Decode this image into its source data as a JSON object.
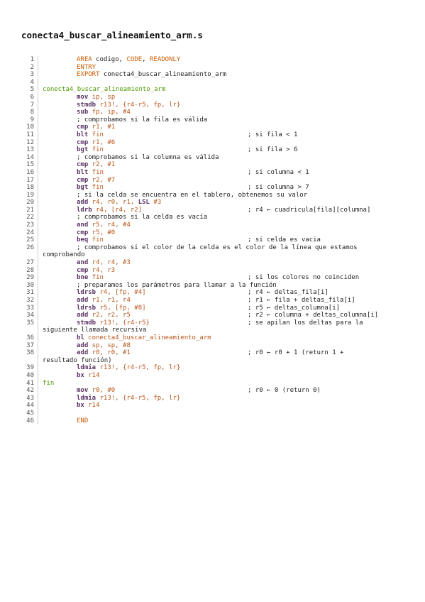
{
  "file_name": "conecta4_buscar_alineamiento_arm.s",
  "code_lines": [
    {
      "num": "1",
      "type": "instr",
      "parts": [
        {
          "c": "dir",
          "t": "AREA"
        },
        {
          "c": "plain",
          "t": " codigo, "
        },
        {
          "c": "dir",
          "t": "CODE"
        },
        {
          "c": "plain",
          "t": ", "
        },
        {
          "c": "dir",
          "t": "READONLY"
        }
      ]
    },
    {
      "num": "2",
      "type": "instr",
      "parts": [
        {
          "c": "dir",
          "t": "ENTRY"
        }
      ]
    },
    {
      "num": "3",
      "type": "instr",
      "parts": [
        {
          "c": "dir",
          "t": "EXPORT"
        },
        {
          "c": "plain",
          "t": " conecta4_buscar_alineamiento_arm"
        }
      ]
    },
    {
      "num": "4",
      "type": "blank"
    },
    {
      "num": "5",
      "type": "label",
      "text": "conecta4_buscar_alineamiento_arm"
    },
    {
      "num": "6",
      "type": "instr",
      "parts": [
        {
          "c": "mn",
          "t": "mov"
        },
        {
          "c": "op",
          "t": " ip, sp"
        }
      ]
    },
    {
      "num": "7",
      "type": "instr",
      "parts": [
        {
          "c": "mn",
          "t": "stmdb"
        },
        {
          "c": "op",
          "t": " r13!, {r4-r5, fp, lr}"
        }
      ]
    },
    {
      "num": "8",
      "type": "instr",
      "parts": [
        {
          "c": "mn",
          "t": "sub"
        },
        {
          "c": "op",
          "t": " fp, ip, #4"
        }
      ]
    },
    {
      "num": "9",
      "type": "instr",
      "parts": [
        {
          "c": "plain",
          "t": "; comprobamos si la fila es válida"
        }
      ]
    },
    {
      "num": "10",
      "type": "instr",
      "parts": [
        {
          "c": "mn",
          "t": "cmp"
        },
        {
          "c": "op",
          "t": " r1, #1"
        }
      ]
    },
    {
      "num": "11",
      "type": "instr",
      "parts": [
        {
          "c": "mn",
          "t": "blt"
        },
        {
          "c": "op",
          "t": " fin"
        }
      ],
      "comment": "; si fila < 1"
    },
    {
      "num": "12",
      "type": "instr",
      "parts": [
        {
          "c": "mn",
          "t": "cmp"
        },
        {
          "c": "op",
          "t": " r1, #6"
        }
      ]
    },
    {
      "num": "13",
      "type": "instr",
      "parts": [
        {
          "c": "mn",
          "t": "bgt"
        },
        {
          "c": "op",
          "t": " fin"
        }
      ],
      "comment": "; si fila > 6"
    },
    {
      "num": "14",
      "type": "instr",
      "parts": [
        {
          "c": "plain",
          "t": "; comprobamos si la columna es válida"
        }
      ]
    },
    {
      "num": "15",
      "type": "instr",
      "parts": [
        {
          "c": "mn",
          "t": "cmp"
        },
        {
          "c": "op",
          "t": " r2, #1"
        }
      ]
    },
    {
      "num": "16",
      "type": "instr",
      "parts": [
        {
          "c": "mn",
          "t": "blt"
        },
        {
          "c": "op",
          "t": " fin"
        }
      ],
      "comment": "; si columna < 1"
    },
    {
      "num": "17",
      "type": "instr",
      "parts": [
        {
          "c": "mn",
          "t": "cmp"
        },
        {
          "c": "op",
          "t": " r2, #7"
        }
      ]
    },
    {
      "num": "18",
      "type": "instr",
      "parts": [
        {
          "c": "mn",
          "t": "bgt"
        },
        {
          "c": "op",
          "t": " fin"
        }
      ],
      "comment": "; si columna > 7"
    },
    {
      "num": "19",
      "type": "instr",
      "parts": [
        {
          "c": "plain",
          "t": "; si la celda se encuentra en el tablero, obtenemos su valor"
        }
      ]
    },
    {
      "num": "20",
      "type": "instr",
      "parts": [
        {
          "c": "mn",
          "t": "add"
        },
        {
          "c": "op",
          "t": " r4, r0, r1, "
        },
        {
          "c": "kw",
          "t": "LSL"
        },
        {
          "c": "op",
          "t": " #3"
        }
      ]
    },
    {
      "num": "21",
      "type": "instr",
      "parts": [
        {
          "c": "mn",
          "t": "ldrb"
        },
        {
          "c": "op",
          "t": " r4, [r4, r2]"
        }
      ],
      "comment": "; r4 ← cuadricula[fila][columna]"
    },
    {
      "num": "22",
      "type": "instr",
      "parts": [
        {
          "c": "plain",
          "t": "; comprobamos si la celda es vacía"
        }
      ]
    },
    {
      "num": "23",
      "type": "instr",
      "parts": [
        {
          "c": "mn",
          "t": "and"
        },
        {
          "c": "op",
          "t": " r5, r4, #4"
        }
      ]
    },
    {
      "num": "24",
      "type": "instr",
      "parts": [
        {
          "c": "mn",
          "t": "cmp"
        },
        {
          "c": "op",
          "t": " r5, #0"
        }
      ]
    },
    {
      "num": "25",
      "type": "instr",
      "parts": [
        {
          "c": "mn",
          "t": "beq"
        },
        {
          "c": "op",
          "t": " fin"
        }
      ],
      "comment": "; si celda es vacia"
    },
    {
      "num": "26",
      "type": "wrap",
      "first": "; comprobamos si el color de la celda es el color de la línea que estamos",
      "second": "comprobando"
    },
    {
      "num": "27",
      "type": "instr",
      "parts": [
        {
          "c": "mn",
          "t": "and"
        },
        {
          "c": "op",
          "t": " r4, r4, #3"
        }
      ]
    },
    {
      "num": "28",
      "type": "instr",
      "parts": [
        {
          "c": "mn",
          "t": "cmp"
        },
        {
          "c": "op",
          "t": " r4, r3"
        }
      ]
    },
    {
      "num": "29",
      "type": "instr",
      "parts": [
        {
          "c": "mn",
          "t": "bne"
        },
        {
          "c": "op",
          "t": " fin"
        }
      ],
      "comment": "; si los colores no coinciden"
    },
    {
      "num": "30",
      "type": "instr",
      "parts": [
        {
          "c": "plain",
          "t": "; preparamos los parámetros para llamar a la función"
        }
      ]
    },
    {
      "num": "31",
      "type": "instr",
      "parts": [
        {
          "c": "mn",
          "t": "ldrsb"
        },
        {
          "c": "op",
          "t": " r4, [fp, #4]"
        }
      ],
      "comment": "; r4 ← deltas_fila[i]"
    },
    {
      "num": "32",
      "type": "instr",
      "parts": [
        {
          "c": "mn",
          "t": "add"
        },
        {
          "c": "op",
          "t": " r1, r1, r4"
        }
      ],
      "comment": "; r1 ← fila + deltas_fila[i]"
    },
    {
      "num": "33",
      "type": "instr",
      "parts": [
        {
          "c": "mn",
          "t": "ldrsb"
        },
        {
          "c": "op",
          "t": " r5, [fp, #8]"
        }
      ],
      "comment": "; r5 ← deltas_columna[i]"
    },
    {
      "num": "34",
      "type": "instr",
      "parts": [
        {
          "c": "mn",
          "t": "add"
        },
        {
          "c": "op",
          "t": " r2, r2, r5"
        }
      ],
      "comment": "; r2 ← columna + deltas_columna[i]"
    },
    {
      "num": "35",
      "type": "wrapcomment",
      "parts": [
        {
          "c": "mn",
          "t": "stmdb"
        },
        {
          "c": "op",
          "t": " r13!, {r4-r5}"
        }
      ],
      "comment": "; se apilan los deltas para la",
      "second": "siguiente llamada recursiva"
    },
    {
      "num": "36",
      "type": "instr",
      "parts": [
        {
          "c": "mn",
          "t": "bl"
        },
        {
          "c": "op",
          "t": " conecta4_buscar_alineamiento_arm"
        }
      ]
    },
    {
      "num": "37",
      "type": "instr",
      "parts": [
        {
          "c": "mn",
          "t": "add"
        },
        {
          "c": "op",
          "t": " sp, sp, #8"
        }
      ]
    },
    {
      "num": "38",
      "type": "wrapcomment",
      "parts": [
        {
          "c": "mn",
          "t": "add"
        },
        {
          "c": "op",
          "t": " r0, r0, #1"
        }
      ],
      "comment": "; r0 ← r0 + 1 (return 1 +",
      "second": "resultado función)"
    },
    {
      "num": "39",
      "type": "instr",
      "parts": [
        {
          "c": "mn",
          "t": "ldmia"
        },
        {
          "c": "op",
          "t": " r13!, {r4-r5, fp, lr}"
        }
      ]
    },
    {
      "num": "40",
      "type": "instr",
      "parts": [
        {
          "c": "mn",
          "t": "bx"
        },
        {
          "c": "op",
          "t": " r14"
        }
      ]
    },
    {
      "num": "41",
      "type": "label",
      "text": "fin"
    },
    {
      "num": "42",
      "type": "instr",
      "parts": [
        {
          "c": "mn",
          "t": "mov"
        },
        {
          "c": "op",
          "t": " r0, #0"
        }
      ],
      "comment": "; r0 ← 0 (return 0)"
    },
    {
      "num": "43",
      "type": "instr",
      "parts": [
        {
          "c": "mn",
          "t": "ldmia"
        },
        {
          "c": "op",
          "t": " r13!, {r4-r5, fp, lr}"
        }
      ]
    },
    {
      "num": "44",
      "type": "instr",
      "parts": [
        {
          "c": "mn",
          "t": "bx"
        },
        {
          "c": "op",
          "t": " r14"
        }
      ]
    },
    {
      "num": "45",
      "type": "blank"
    },
    {
      "num": "46",
      "type": "instr",
      "parts": [
        {
          "c": "dir",
          "t": "END"
        }
      ]
    }
  ]
}
